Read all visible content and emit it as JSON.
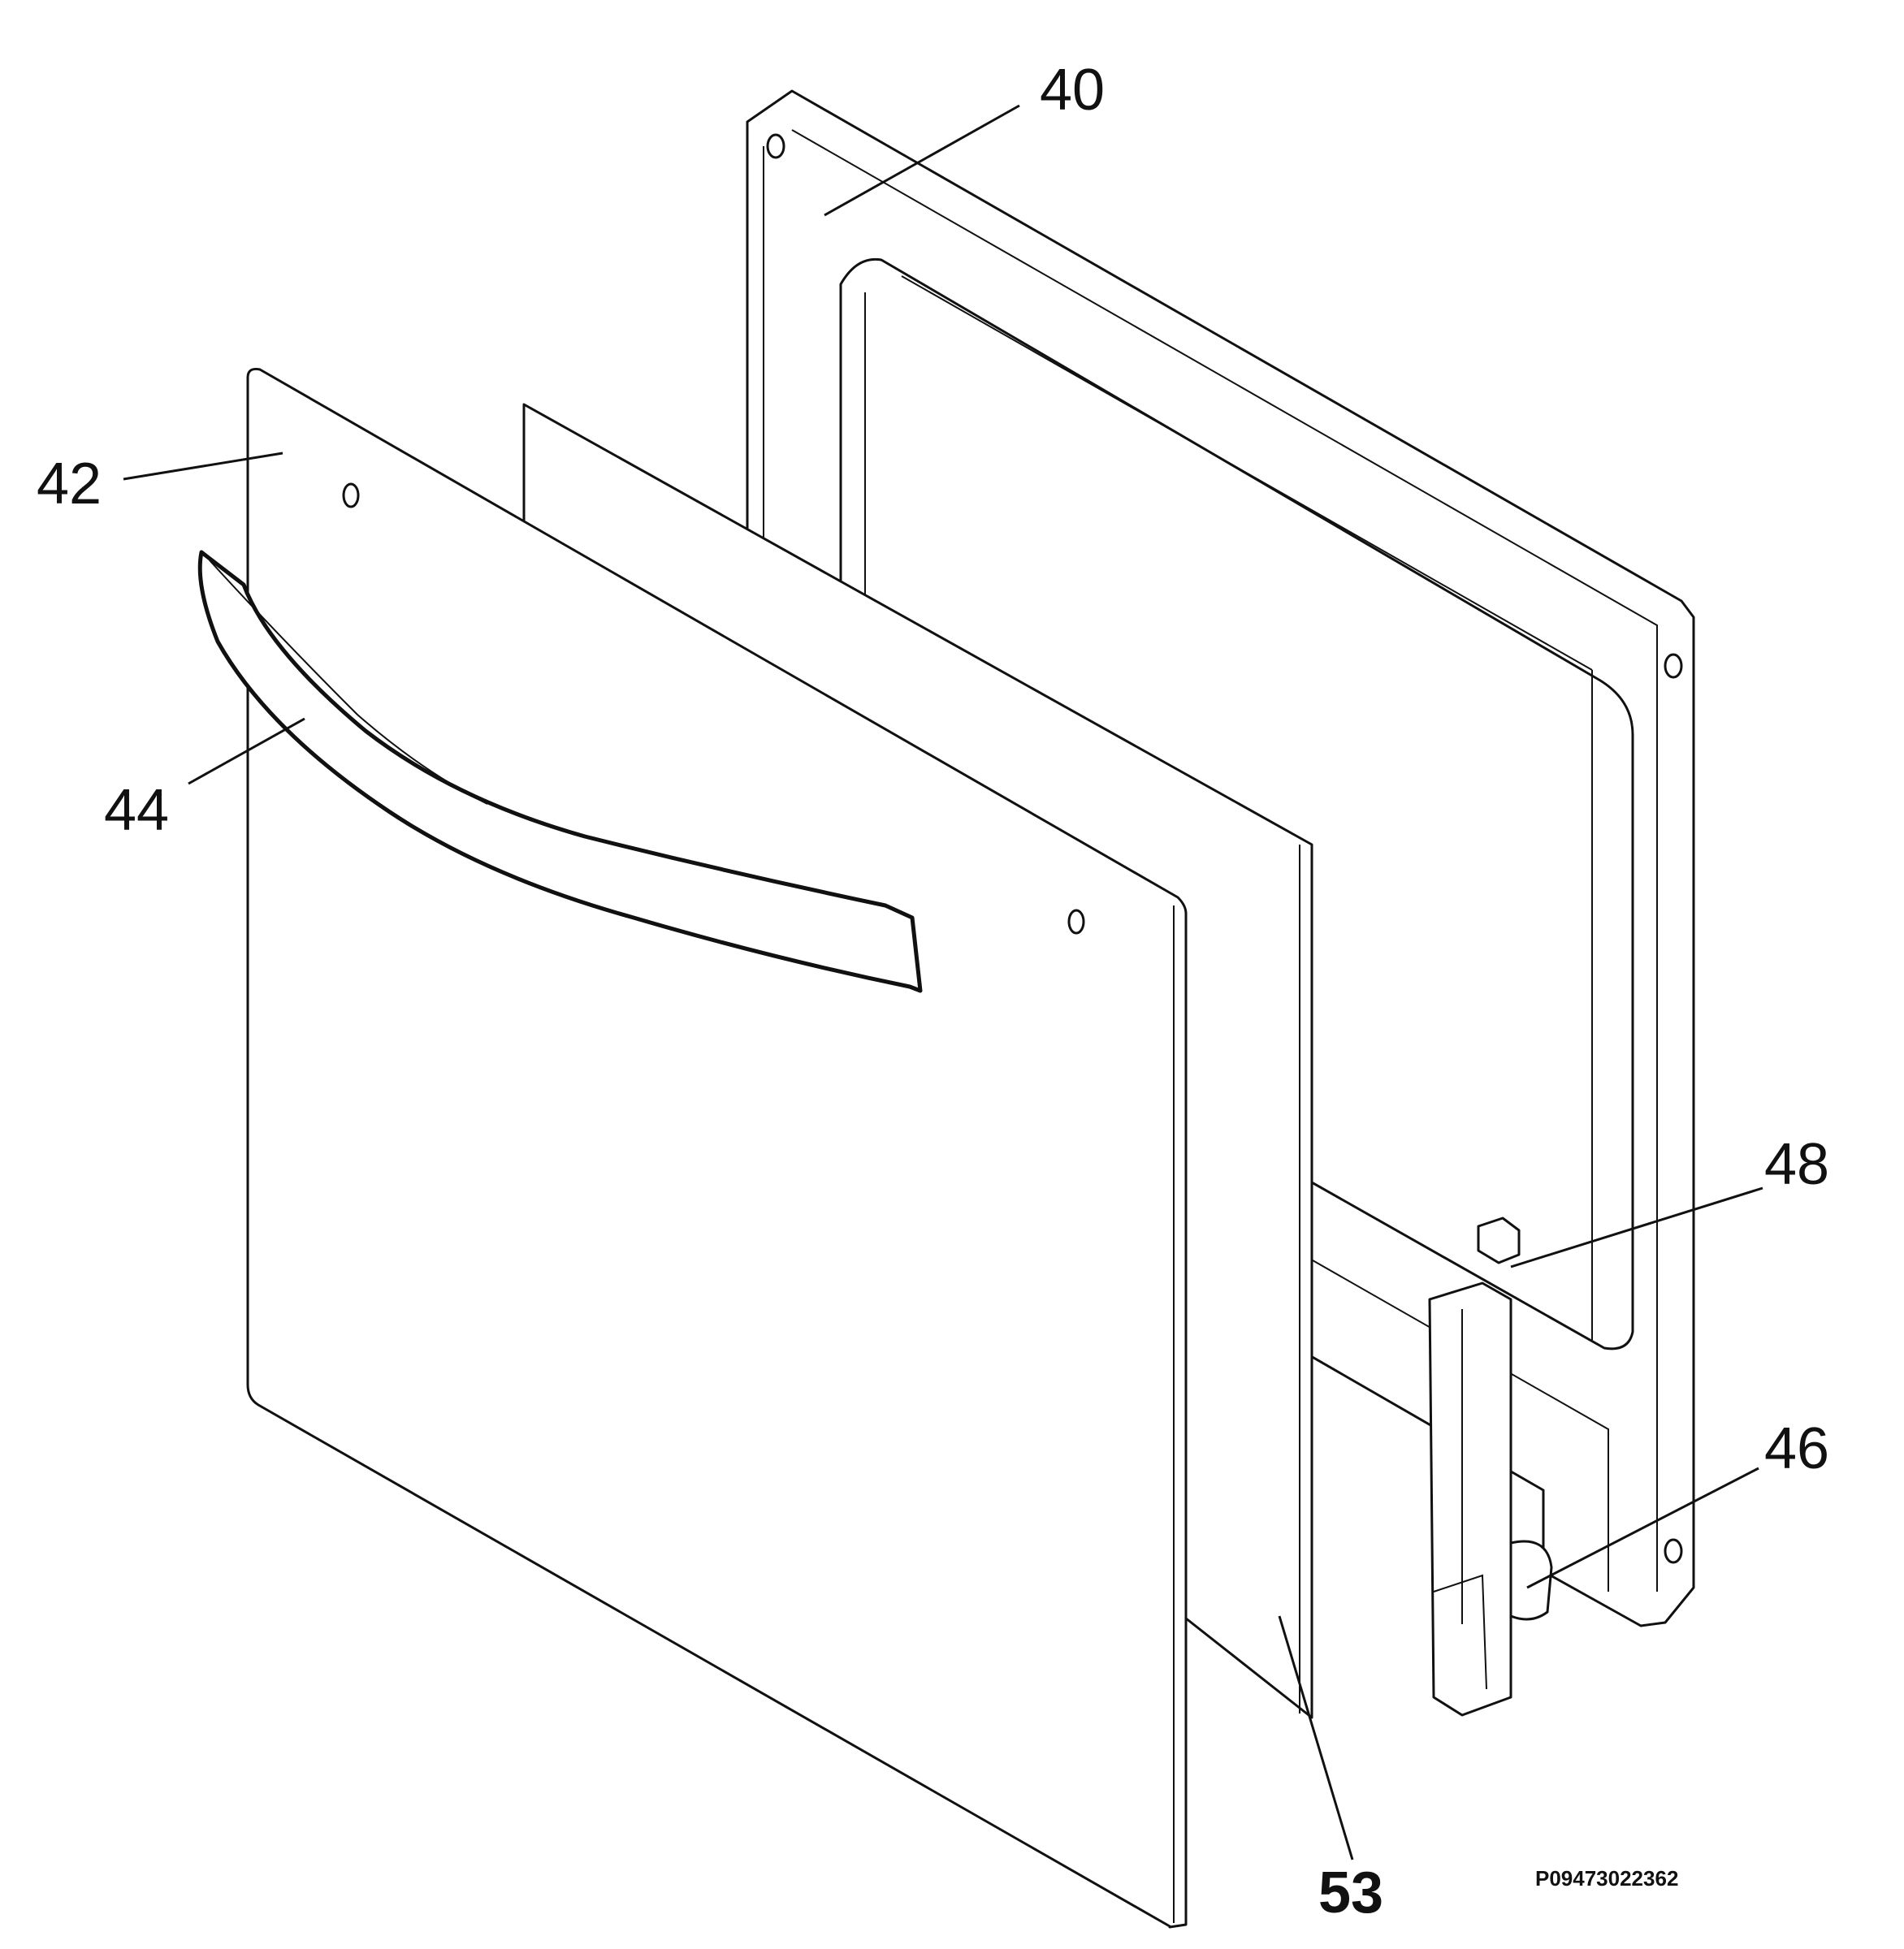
{
  "callouts": {
    "frame": "40",
    "outer_panel": "42",
    "handle": "44",
    "hinge": "46",
    "clip": "48",
    "inner_glass": "53"
  },
  "drawing_code": "P09473022362"
}
